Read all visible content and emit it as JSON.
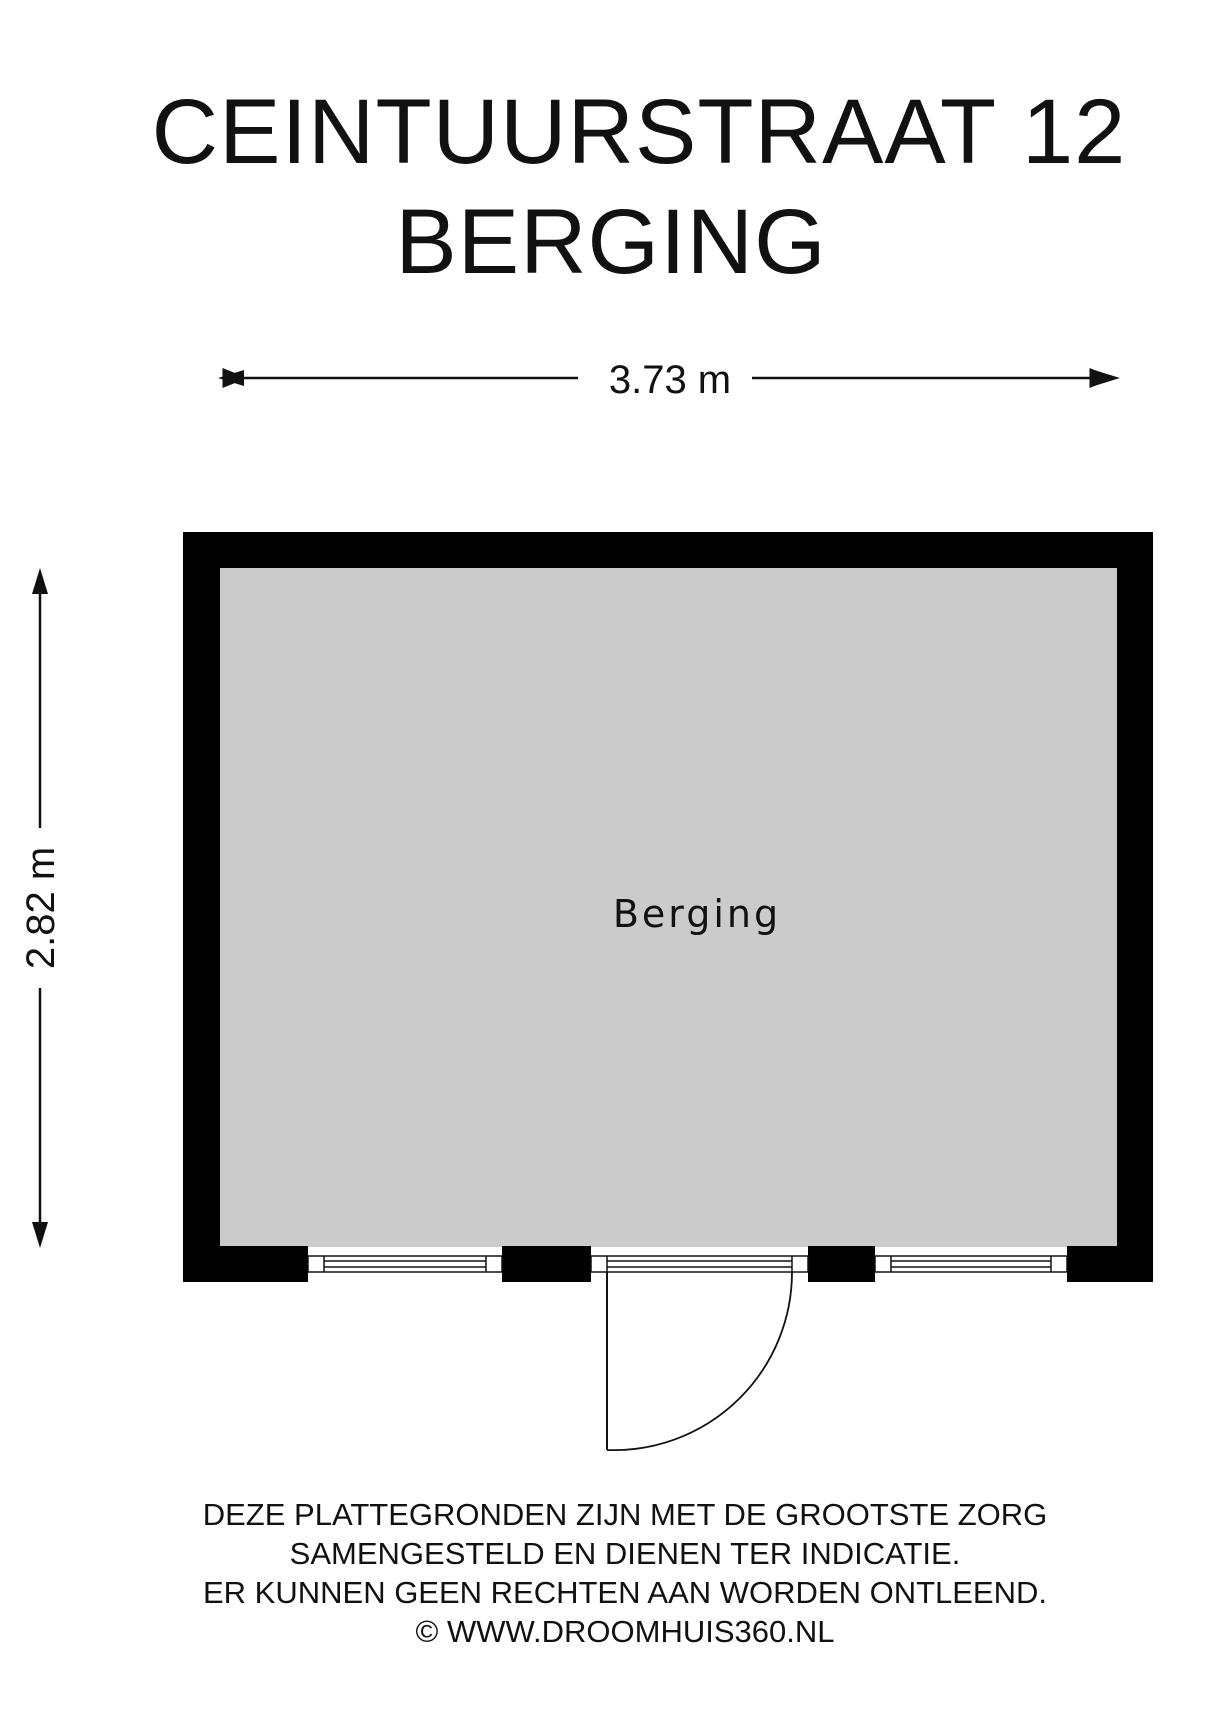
{
  "header": {
    "address": "CEINTUURSTRAAT 12",
    "floor_name": "BERGING"
  },
  "dimensions": {
    "width_label": "3.73 m",
    "height_label": "2.82 m"
  },
  "rooms": [
    {
      "label": "Berging"
    }
  ],
  "colors": {
    "wall": "#000000",
    "floor": "#cbcbcb",
    "background": "#ffffff",
    "text": "#111111"
  },
  "footer": {
    "lines": [
      "DEZE PLATTEGRONDEN ZIJN MET DE GROOTSTE ZORG",
      "SAMENGESTELD EN DIENEN TER INDICATIE.",
      "ER KUNNEN GEEN RECHTEN AAN WORDEN ONTLEEND.",
      "© WWW.DROOMHUIS360.NL"
    ]
  }
}
